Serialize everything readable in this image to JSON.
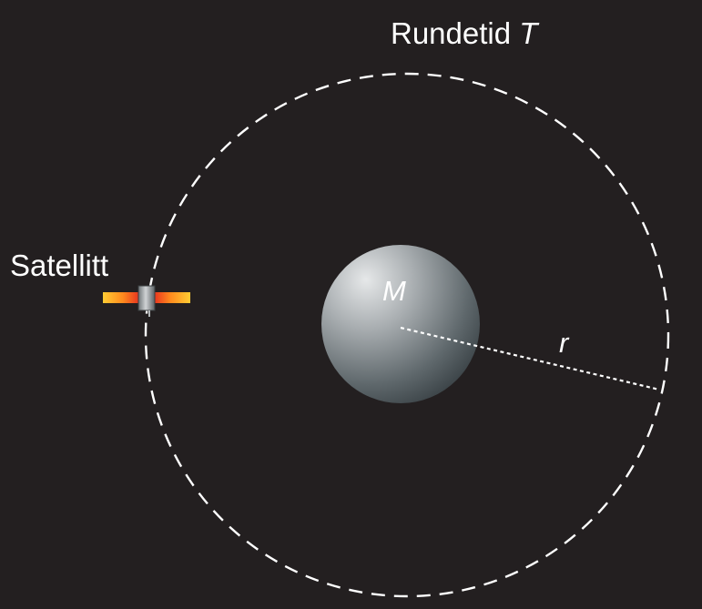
{
  "labels": {
    "period_text": "Rundetid ",
    "period_symbol": "T",
    "satellite": "Satellitt",
    "mass_symbol": "M",
    "radius_symbol": "r"
  },
  "colors": {
    "background": "#231f20",
    "orbit": "#ffffff",
    "planet_light": "#d7dadc",
    "planet_dark": "#3a4347",
    "panel_light": "#ffb12a",
    "panel_dark": "#e8321f",
    "satellite_body": "#9ea3a6"
  },
  "icons": {
    "satellite": "satellite-icon",
    "planet": "planet-sphere"
  }
}
